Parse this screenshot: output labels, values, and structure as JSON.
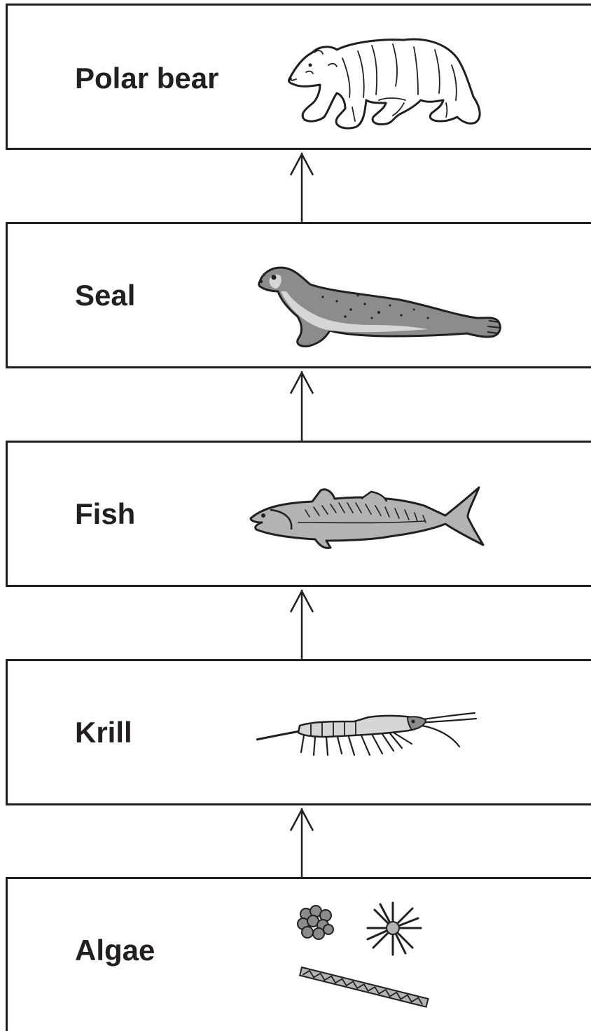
{
  "levels": [
    {
      "label": "Polar bear",
      "icon": "polar-bear-icon"
    },
    {
      "label": "Seal",
      "icon": "seal-icon"
    },
    {
      "label": "Fish",
      "icon": "fish-icon"
    },
    {
      "label": "Krill",
      "icon": "krill-icon"
    },
    {
      "label": "Algae",
      "icon": "algae-icon"
    }
  ],
  "colors": {
    "line": "#231f20",
    "grey": "#8c8c8e",
    "light_grey": "#b3b3b5",
    "pale_grey": "#d6d6d8"
  }
}
